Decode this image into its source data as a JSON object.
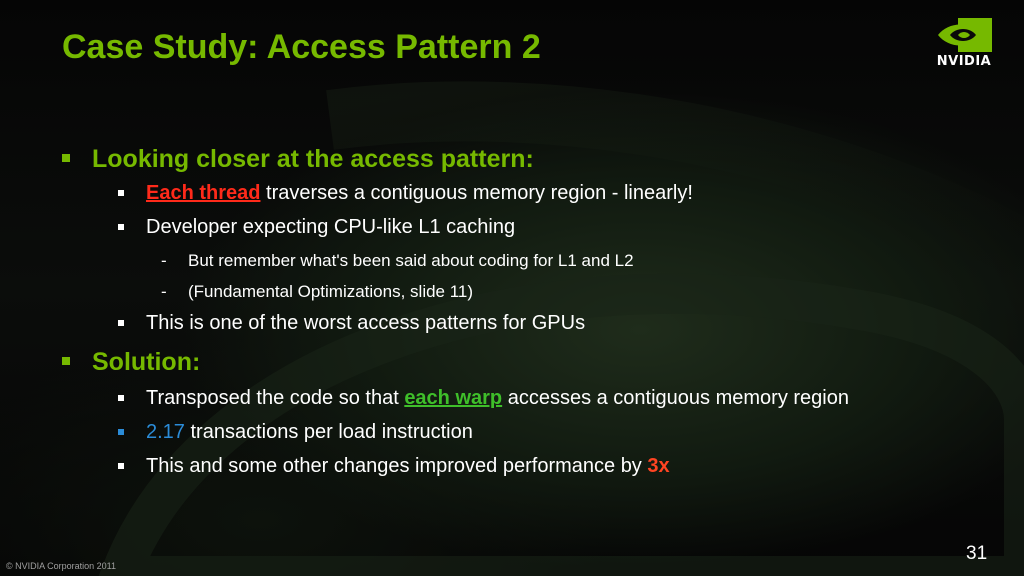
{
  "slide": {
    "title": "Case Study: Access Pattern 2",
    "logo_text": "NVIDIA",
    "page_number": "31",
    "copyright": "© NVIDIA Corporation 2011"
  },
  "content": {
    "heading1": "Looking closer at the access pattern:",
    "b1_highlight": "Each thread",
    "b1_rest": " traverses a contiguous memory region - linearly!",
    "b2": "Developer expecting CPU-like L1 caching",
    "b2_sub1": "But remember what's been said about coding for L1 and L2",
    "b2_sub2": "(Fundamental Optimizations, slide 11)",
    "b3": "This is one of the worst access patterns for GPUs",
    "heading2": "Solution:",
    "s1_pre": "Transposed the code so that ",
    "s1_highlight": "each warp",
    "s1_post": " accesses a contiguous memory region",
    "s2_value": "2.17",
    "s2_rest": " transactions per load instruction",
    "s3_pre": "This and some other changes improved performance by ",
    "s3_highlight": "3x"
  },
  "colors": {
    "accent_green": "#76b900",
    "highlight_red": "#ff2a1a",
    "highlight_green": "#3fbf2a",
    "highlight_blue": "#2b8cd8",
    "highlight_orange": "#ff4422"
  },
  "icons": {
    "logo": "nvidia-eye-logo"
  }
}
